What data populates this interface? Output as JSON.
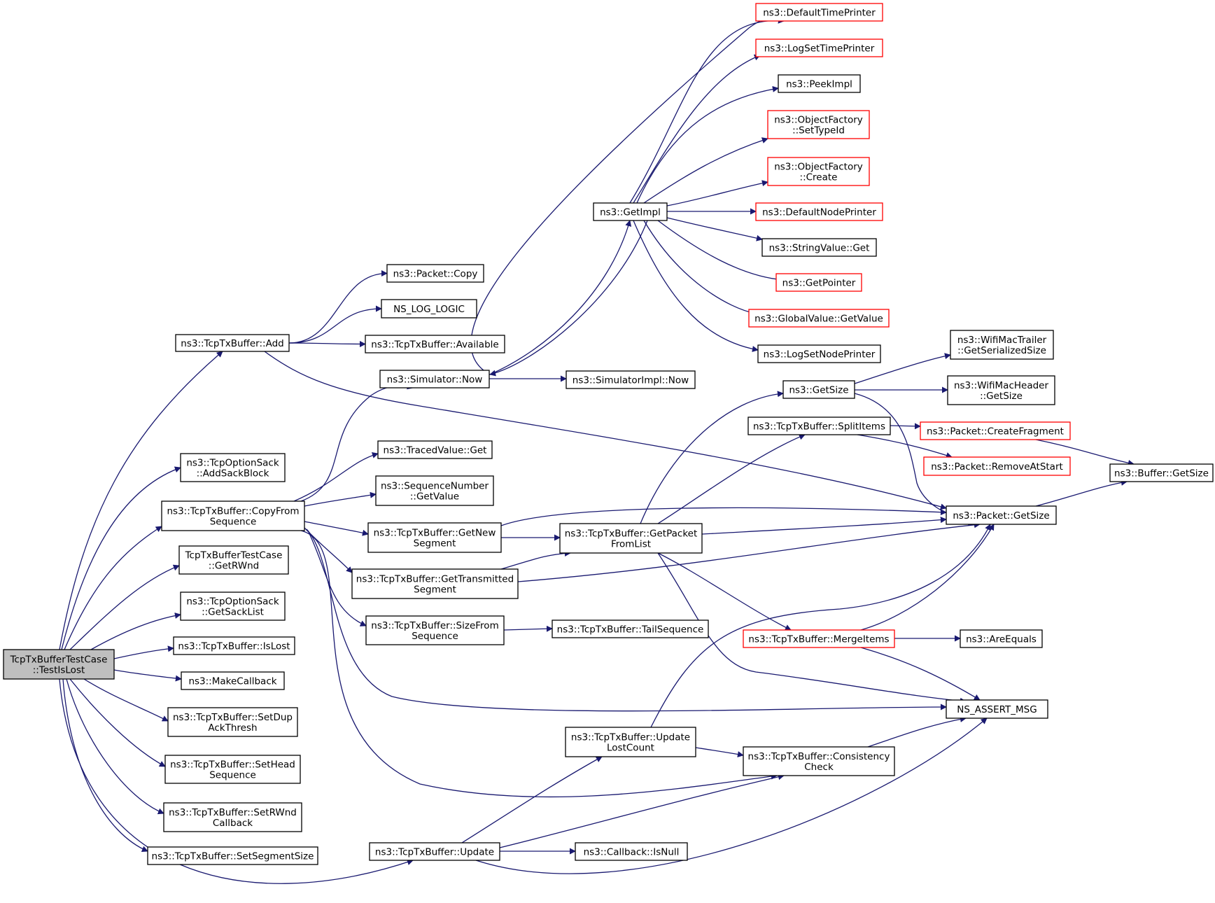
{
  "colors": {
    "edge": "#191970",
    "node_border": "#000000",
    "node_border_truncated": "#ff0000",
    "root_fill": "#bfbfbf",
    "background": "#ffffff"
  },
  "nodes": [
    {
      "id": "root",
      "lines": [
        "TcpTxBufferTestCase",
        "::TestIsLost"
      ],
      "style": "root"
    },
    {
      "id": "add",
      "lines": [
        "ns3::TcpTxBuffer::Add"
      ],
      "style": "normal"
    },
    {
      "id": "addsack",
      "lines": [
        "ns3::TcpOptionSack",
        "::AddSackBlock"
      ],
      "style": "normal"
    },
    {
      "id": "copyfrom",
      "lines": [
        "ns3::TcpTxBuffer::CopyFrom",
        "Sequence"
      ],
      "style": "normal"
    },
    {
      "id": "getrwnd",
      "lines": [
        "TcpTxBufferTestCase",
        "::GetRWnd"
      ],
      "style": "normal"
    },
    {
      "id": "getsacklist",
      "lines": [
        "ns3::TcpOptionSack",
        "::GetSackList"
      ],
      "style": "normal"
    },
    {
      "id": "islost",
      "lines": [
        "ns3::TcpTxBuffer::IsLost"
      ],
      "style": "normal"
    },
    {
      "id": "makecb",
      "lines": [
        "ns3::MakeCallback"
      ],
      "style": "normal"
    },
    {
      "id": "setdup",
      "lines": [
        "ns3::TcpTxBuffer::SetDup",
        "AckThresh"
      ],
      "style": "normal"
    },
    {
      "id": "sethead",
      "lines": [
        "ns3::TcpTxBuffer::SetHead",
        "Sequence"
      ],
      "style": "normal"
    },
    {
      "id": "setrwnd",
      "lines": [
        "ns3::TcpTxBuffer::SetRWnd",
        "Callback"
      ],
      "style": "normal"
    },
    {
      "id": "setseg",
      "lines": [
        "ns3::TcpTxBuffer::SetSegmentSize"
      ],
      "style": "normal"
    },
    {
      "id": "update",
      "lines": [
        "ns3::TcpTxBuffer::Update"
      ],
      "style": "normal"
    },
    {
      "id": "pcopy",
      "lines": [
        "ns3::Packet::Copy"
      ],
      "style": "normal"
    },
    {
      "id": "nslog",
      "lines": [
        "NS_LOG_LOGIC"
      ],
      "style": "normal"
    },
    {
      "id": "available",
      "lines": [
        "ns3::TcpTxBuffer::Available"
      ],
      "style": "normal"
    },
    {
      "id": "simnow",
      "lines": [
        "ns3::Simulator::Now"
      ],
      "style": "normal"
    },
    {
      "id": "tvget",
      "lines": [
        "ns3::TracedValue::Get"
      ],
      "style": "normal"
    },
    {
      "id": "seqget",
      "lines": [
        "ns3::SequenceNumber",
        "::GetValue"
      ],
      "style": "normal"
    },
    {
      "id": "getnew",
      "lines": [
        "ns3::TcpTxBuffer::GetNew",
        "Segment"
      ],
      "style": "normal"
    },
    {
      "id": "gettrans",
      "lines": [
        "ns3::TcpTxBuffer::GetTransmitted",
        "Segment"
      ],
      "style": "normal"
    },
    {
      "id": "sizefrom",
      "lines": [
        "ns3::TcpTxBuffer::SizeFrom",
        "Sequence"
      ],
      "style": "normal"
    },
    {
      "id": "updatelost",
      "lines": [
        "ns3::TcpTxBuffer::Update",
        "LostCount"
      ],
      "style": "normal"
    },
    {
      "id": "callbacknull",
      "lines": [
        "ns3::Callback::IsNull"
      ],
      "style": "normal"
    },
    {
      "id": "getimpl",
      "lines": [
        "ns3::GetImpl"
      ],
      "style": "normal"
    },
    {
      "id": "simimplnow",
      "lines": [
        "ns3::SimulatorImpl::Now"
      ],
      "style": "normal"
    },
    {
      "id": "getpacket",
      "lines": [
        "ns3::TcpTxBuffer::GetPacket",
        "FromList"
      ],
      "style": "normal"
    },
    {
      "id": "tailseq",
      "lines": [
        "ns3::TcpTxBuffer::TailSequence"
      ],
      "style": "normal"
    },
    {
      "id": "consistency",
      "lines": [
        "ns3::TcpTxBuffer::Consistency",
        "Check"
      ],
      "style": "normal"
    },
    {
      "id": "deftime",
      "lines": [
        "ns3::DefaultTimePrinter"
      ],
      "style": "red"
    },
    {
      "id": "logsettime",
      "lines": [
        "ns3::LogSetTimePrinter"
      ],
      "style": "red"
    },
    {
      "id": "peekimpl",
      "lines": [
        "ns3::PeekImpl"
      ],
      "style": "normal"
    },
    {
      "id": "ofsettype",
      "lines": [
        "ns3::ObjectFactory",
        "::SetTypeId"
      ],
      "style": "red"
    },
    {
      "id": "ofcreate",
      "lines": [
        "ns3::ObjectFactory",
        "::Create"
      ],
      "style": "red"
    },
    {
      "id": "defnode",
      "lines": [
        "ns3::DefaultNodePrinter"
      ],
      "style": "red"
    },
    {
      "id": "strget",
      "lines": [
        "ns3::StringValue::Get"
      ],
      "style": "normal"
    },
    {
      "id": "getpointer",
      "lines": [
        "ns3::GetPointer"
      ],
      "style": "red"
    },
    {
      "id": "gvget",
      "lines": [
        "ns3::GlobalValue::GetValue"
      ],
      "style": "red"
    },
    {
      "id": "logsetnode",
      "lines": [
        "ns3::LogSetNodePrinter"
      ],
      "style": "normal"
    },
    {
      "id": "getsize",
      "lines": [
        "ns3::GetSize"
      ],
      "style": "normal"
    },
    {
      "id": "splititems",
      "lines": [
        "ns3::TcpTxBuffer::SplitItems"
      ],
      "style": "normal"
    },
    {
      "id": "mergeitems",
      "lines": [
        "ns3::TcpTxBuffer::MergeItems"
      ],
      "style": "red"
    },
    {
      "id": "wifitrailer",
      "lines": [
        "ns3::WifiMacTrailer",
        "::GetSerializedSize"
      ],
      "style": "normal"
    },
    {
      "id": "wifiheader",
      "lines": [
        "ns3::WifiMacHeader",
        "::GetSize"
      ],
      "style": "normal"
    },
    {
      "id": "createfrag",
      "lines": [
        "ns3::Packet::CreateFragment"
      ],
      "style": "red"
    },
    {
      "id": "removeat",
      "lines": [
        "ns3::Packet::RemoveAtStart"
      ],
      "style": "red"
    },
    {
      "id": "pgetsize",
      "lines": [
        "ns3::Packet::GetSize"
      ],
      "style": "normal"
    },
    {
      "id": "areequals",
      "lines": [
        "ns3::AreEquals"
      ],
      "style": "normal"
    },
    {
      "id": "nsassert",
      "lines": [
        "NS_ASSERT_MSG"
      ],
      "style": "normal"
    },
    {
      "id": "bufgetsize",
      "lines": [
        "ns3::Buffer::GetSize"
      ],
      "style": "normal"
    }
  ],
  "edges": [
    [
      "root",
      "add"
    ],
    [
      "root",
      "addsack"
    ],
    [
      "root",
      "copyfrom"
    ],
    [
      "root",
      "getrwnd"
    ],
    [
      "root",
      "getsacklist"
    ],
    [
      "root",
      "islost"
    ],
    [
      "root",
      "makecb"
    ],
    [
      "root",
      "setdup"
    ],
    [
      "root",
      "sethead"
    ],
    [
      "root",
      "setrwnd"
    ],
    [
      "root",
      "setseg"
    ],
    [
      "root",
      "update"
    ],
    [
      "add",
      "pcopy"
    ],
    [
      "add",
      "nslog"
    ],
    [
      "add",
      "available"
    ],
    [
      "add",
      "pgetsize"
    ],
    [
      "copyfrom",
      "simnow"
    ],
    [
      "copyfrom",
      "tvget"
    ],
    [
      "copyfrom",
      "seqget"
    ],
    [
      "copyfrom",
      "getnew"
    ],
    [
      "copyfrom",
      "gettrans"
    ],
    [
      "copyfrom",
      "sizefrom"
    ],
    [
      "copyfrom",
      "nsassert"
    ],
    [
      "copyfrom",
      "consistency"
    ],
    [
      "simnow",
      "getimpl"
    ],
    [
      "simnow",
      "simimplnow"
    ],
    [
      "getimpl",
      "deftime"
    ],
    [
      "getimpl",
      "logsettime"
    ],
    [
      "getimpl",
      "peekimpl"
    ],
    [
      "getimpl",
      "ofsettype"
    ],
    [
      "getimpl",
      "ofcreate"
    ],
    [
      "getimpl",
      "defnode"
    ],
    [
      "getimpl",
      "strget"
    ],
    [
      "getimpl",
      "getpointer"
    ],
    [
      "getimpl",
      "gvget"
    ],
    [
      "getimpl",
      "logsetnode"
    ],
    [
      "getimpl",
      "simnow"
    ],
    [
      "simnow",
      "deftime"
    ],
    [
      "getnew",
      "getpacket"
    ],
    [
      "getnew",
      "pgetsize"
    ],
    [
      "gettrans",
      "getpacket"
    ],
    [
      "gettrans",
      "pgetsize"
    ],
    [
      "sizefrom",
      "tailseq"
    ],
    [
      "getpacket",
      "getsize"
    ],
    [
      "getpacket",
      "splititems"
    ],
    [
      "getpacket",
      "pgetsize"
    ],
    [
      "getpacket",
      "mergeitems"
    ],
    [
      "getpacket",
      "nsassert"
    ],
    [
      "getsize",
      "wifitrailer"
    ],
    [
      "getsize",
      "wifiheader"
    ],
    [
      "getsize",
      "pgetsize"
    ],
    [
      "splititems",
      "createfrag"
    ],
    [
      "splititems",
      "removeat"
    ],
    [
      "createfrag",
      "bufgetsize"
    ],
    [
      "pgetsize",
      "bufgetsize"
    ],
    [
      "mergeitems",
      "areequals"
    ],
    [
      "mergeitems",
      "pgetsize"
    ],
    [
      "mergeitems",
      "nsassert"
    ],
    [
      "updatelost",
      "pgetsize"
    ],
    [
      "updatelost",
      "consistency"
    ],
    [
      "consistency",
      "nsassert"
    ],
    [
      "update",
      "updatelost"
    ],
    [
      "update",
      "consistency"
    ],
    [
      "update",
      "callbacknull"
    ],
    [
      "update",
      "nsassert"
    ]
  ]
}
